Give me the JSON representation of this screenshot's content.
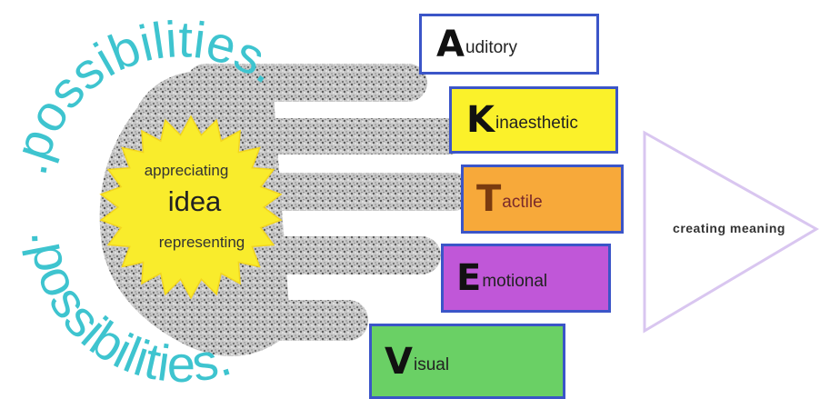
{
  "senses": [
    {
      "initial": "A",
      "rest": "uditory"
    },
    {
      "initial": "K",
      "rest": "inaesthetic"
    },
    {
      "initial": "T",
      "rest": "actile"
    },
    {
      "initial": "E",
      "rest": "motional"
    },
    {
      "initial": "V",
      "rest": "isual"
    }
  ],
  "star": {
    "top": "appreciating",
    "center": "idea",
    "bottom": "representing"
  },
  "arc_text": {
    "upper": ".possibilities.",
    "lower": ".possibilities."
  },
  "arrow": {
    "label": "creating meaning"
  },
  "colors": {
    "border": "#3b55c8",
    "star": "#f9ec2c",
    "arc_text": "#3ec4cf",
    "auditory": "#ffffff",
    "kinaesthetic": "#fbf12a",
    "tactile": "#f7a93a",
    "emotional": "#c057d8",
    "visual": "#6ad065"
  }
}
